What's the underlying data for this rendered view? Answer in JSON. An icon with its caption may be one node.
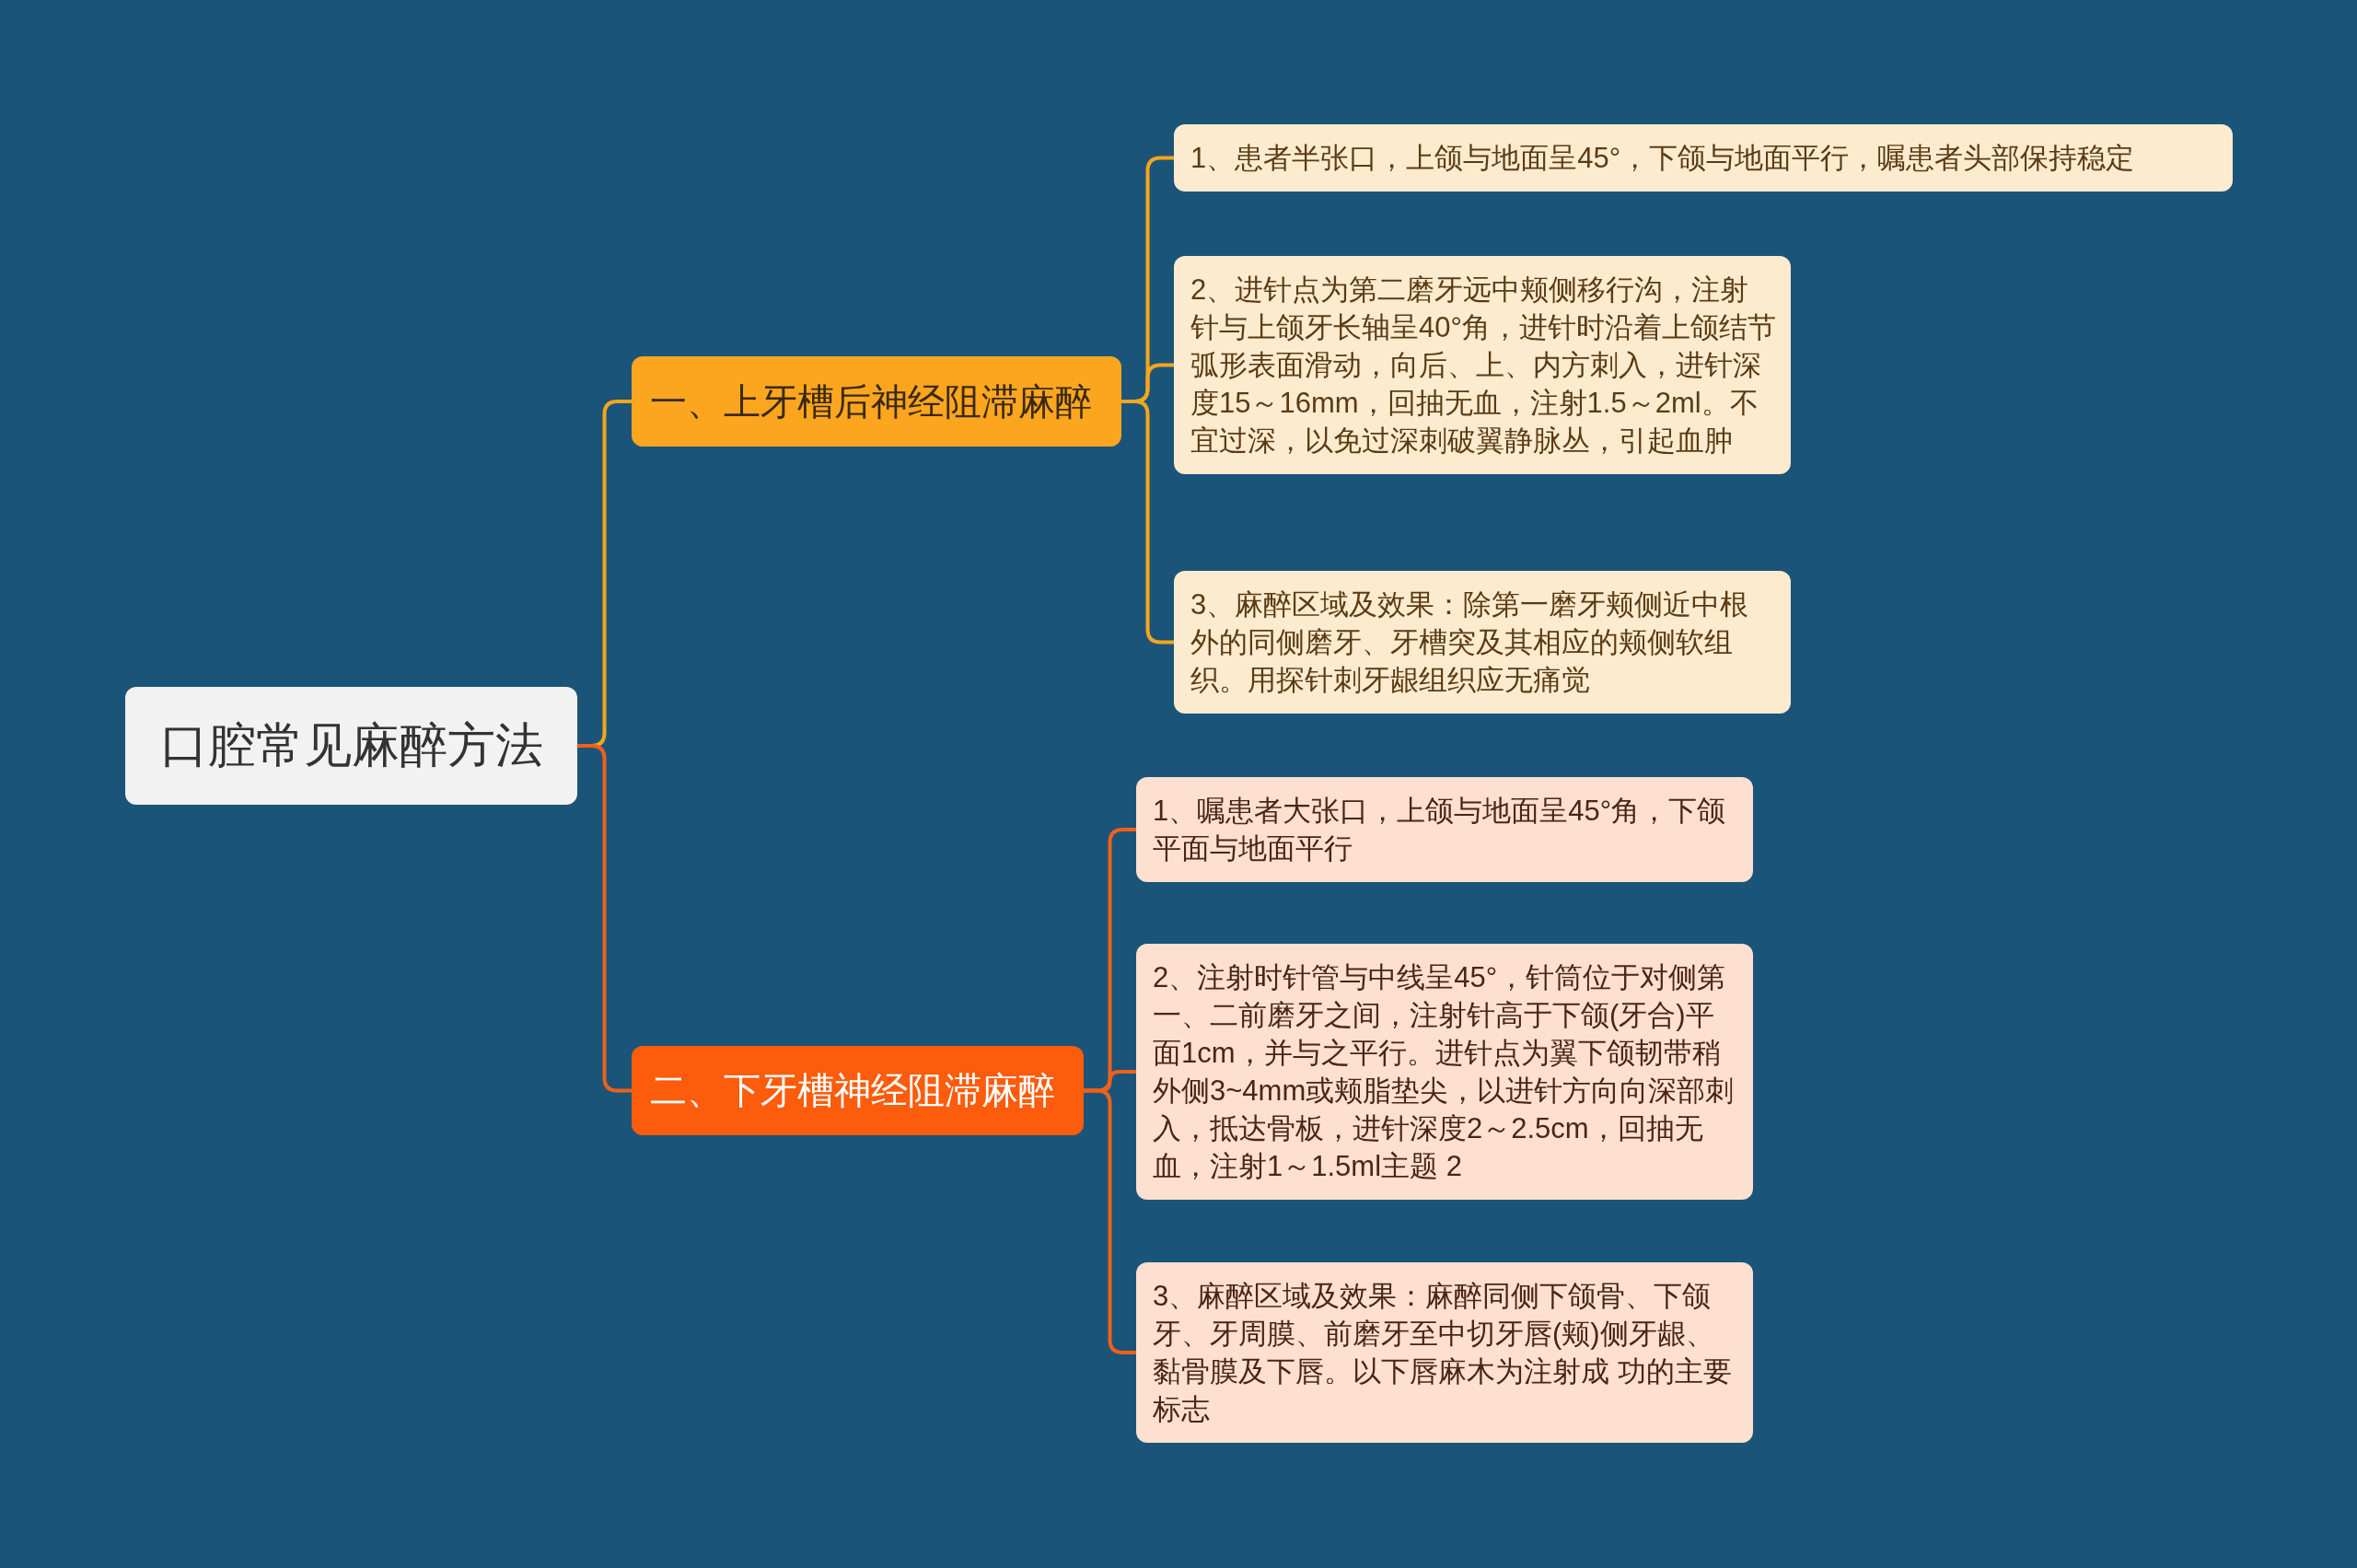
{
  "diagram": {
    "nodes": [
      {
        "text": [
          "口腔常见麻醉方法"
        ]
      },
      {
        "text": [
          "一、上牙槽后神经阻滞麻醉"
        ]
      },
      {
        "text": [
          "1、患者半张口，上颌与地面呈45°，下颌与地面平行，嘱患者头部保持稳定"
        ]
      },
      {
        "text": [
          "2、进针点为第二磨牙远中颊侧移行沟，注射针与上颌牙长轴呈40°角，进针时沿着上颌结节弧形表面滑动，向后、上、内方刺入，进针深度15～16mm，回抽无血，注射1.5～2ml。不宜过深，以免过深刺破翼静脉丛，引起血肿"
        ]
      },
      {
        "text": [
          "3、麻醉区域及效果：除第一磨牙颊侧近中根外的同侧磨牙、牙槽突及其相应的颊侧软组织。用探针刺牙龈组织应无痛觉"
        ]
      },
      {
        "text": [
          "二、下牙槽神经阻滞麻醉"
        ]
      },
      {
        "text": [
          "1、嘱患者大张口，上颌与地面呈45°角，下颌平面与地面平行"
        ]
      },
      {
        "text": [
          "2、注射时针管与中线呈45°，针筒位于对侧第一、二前磨牙之间，注射针高于下颌(牙合)平面1cm，并与之平行。进针点为翼下颌韧带稍外侧3~4mm或颊脂垫尖，以进针方向向深部刺入，抵达骨板，进针深度2～2.5cm，回抽无血，注射1～1.5ml主题 2"
        ]
      },
      {
        "text": [
          "3、麻醉区域及效果：麻醉同侧下颌骨、下颌牙、牙周膜、前磨牙至中切牙唇(颊)侧牙龈、黏骨膜及下唇。以下唇麻木为注射成 功的主要标志"
        ]
      }
    ],
    "edges": [
      {
        "from": 0,
        "to": 1,
        "arrow": "none",
        "color": "#f5a51e"
      },
      {
        "from": 1,
        "to": 2,
        "arrow": "none",
        "color": "#f5a51e"
      },
      {
        "from": 1,
        "to": 3,
        "arrow": "none",
        "color": "#f5a51e"
      },
      {
        "from": 1,
        "to": 4,
        "arrow": "none",
        "color": "#f5a51e"
      },
      {
        "from": 0,
        "to": 5,
        "arrow": "none",
        "color": "#f0601a"
      },
      {
        "from": 5,
        "to": 6,
        "arrow": "none",
        "color": "#f0601a"
      },
      {
        "from": 5,
        "to": 7,
        "arrow": "none",
        "color": "#f0601a"
      },
      {
        "from": 5,
        "to": 8,
        "arrow": "none",
        "color": "#f0601a"
      }
    ]
  }
}
